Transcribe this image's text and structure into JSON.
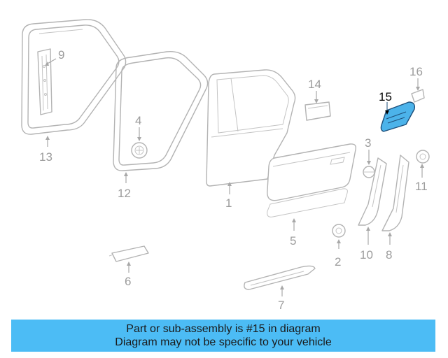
{
  "callouts": {
    "c1": "1",
    "c2": "2",
    "c3": "3",
    "c4": "4",
    "c5": "5",
    "c6": "6",
    "c7": "7",
    "c8": "8",
    "c9": "9",
    "c10": "10",
    "c11": "11",
    "c12": "12",
    "c13": "13",
    "c14": "14",
    "c15": "15",
    "c16": "16"
  },
  "highlighted_part": "15",
  "colors": {
    "highlight_fill": "#4cb3ea",
    "banner_background": "#4cbcf5",
    "outline": "#b3b3b3"
  },
  "banner": {
    "line1": "Part or sub-assembly is #15 in diagram",
    "line2": "Diagram may not be specific to your vehicle"
  }
}
